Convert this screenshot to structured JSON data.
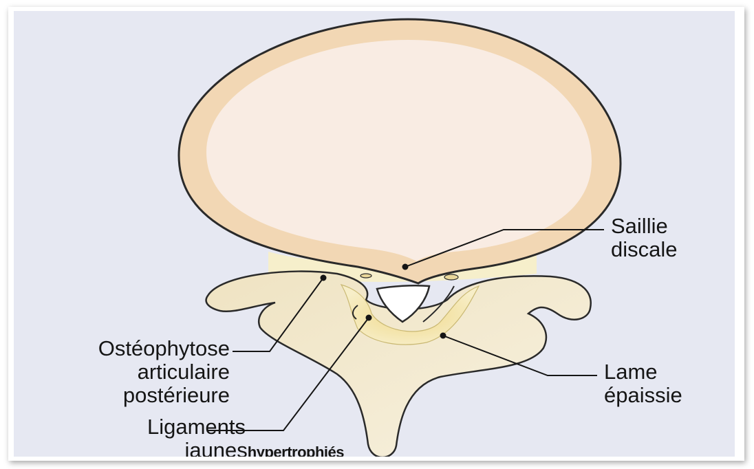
{
  "labels": {
    "saillie": {
      "line1": "Saillie",
      "line2": "discale"
    },
    "lame": {
      "line1": "Lame",
      "line2": "épaissie"
    },
    "osteophytose": {
      "line1": "Ostéophytose",
      "line2": "articulaire",
      "line3": "postérieure"
    },
    "ligaments": {
      "line1": "Ligaments",
      "line2": "jaunes",
      "line2_suffix": "hypertrophiés"
    }
  },
  "colors": {
    "background": "#e6e8f2",
    "disc_outer": "#f2d7b4",
    "disc_inner": "#f9ece3",
    "bone": "#f7f1df",
    "bone_outline": "#2a2a2a",
    "ligament": "#f2e09a",
    "leader_line": "#151515"
  }
}
